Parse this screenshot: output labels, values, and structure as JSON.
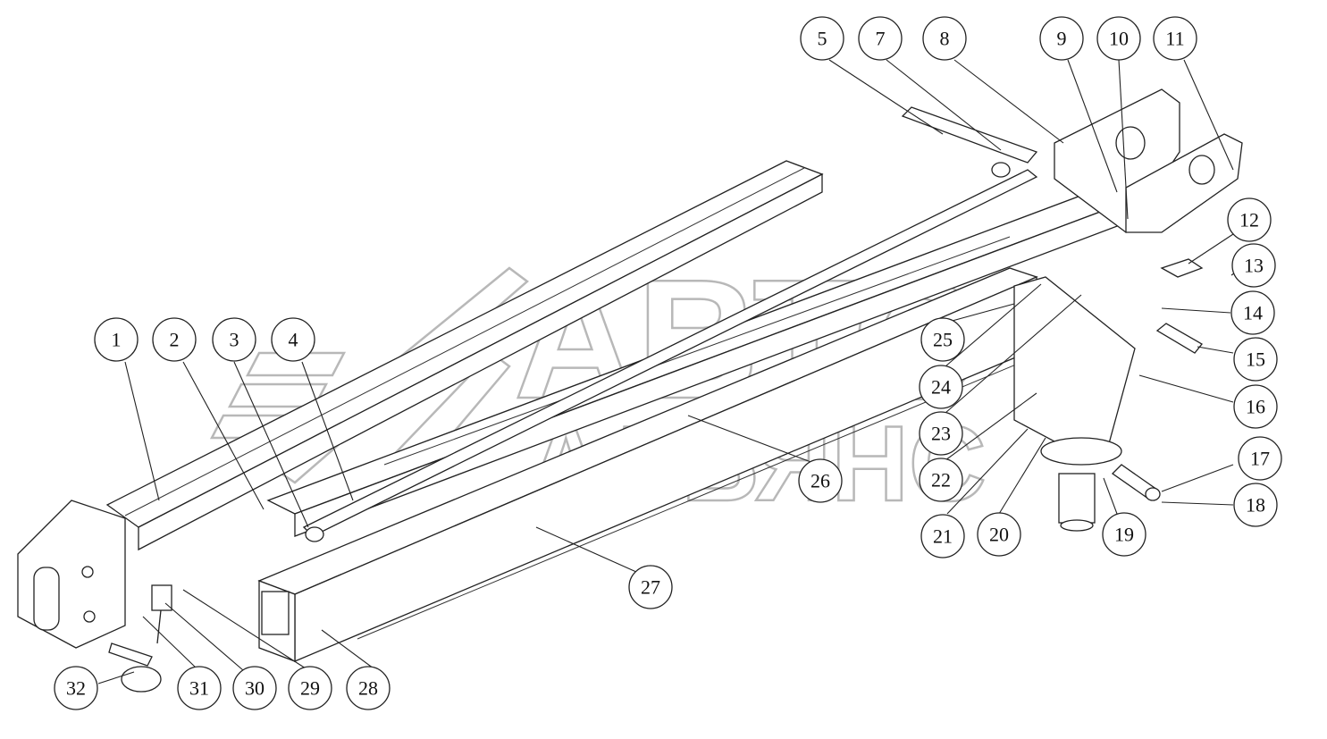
{
  "watermark": {
    "line1": "АВТО",
    "line2": "АЛЬЯНС"
  },
  "callouts": [
    {
      "id": "callout-1",
      "label": "1"
    },
    {
      "id": "callout-2",
      "label": "2"
    },
    {
      "id": "callout-3",
      "label": "3"
    },
    {
      "id": "callout-4",
      "label": "4"
    },
    {
      "id": "callout-5",
      "label": "5"
    },
    {
      "id": "callout-7",
      "label": "7"
    },
    {
      "id": "callout-8",
      "label": "8"
    },
    {
      "id": "callout-9",
      "label": "9"
    },
    {
      "id": "callout-10",
      "label": "10"
    },
    {
      "id": "callout-11",
      "label": "11"
    },
    {
      "id": "callout-12",
      "label": "12"
    },
    {
      "id": "callout-13",
      "label": "13"
    },
    {
      "id": "callout-14",
      "label": "14"
    },
    {
      "id": "callout-15",
      "label": "15"
    },
    {
      "id": "callout-16",
      "label": "16"
    },
    {
      "id": "callout-17",
      "label": "17"
    },
    {
      "id": "callout-18",
      "label": "18"
    },
    {
      "id": "callout-19",
      "label": "19"
    },
    {
      "id": "callout-20",
      "label": "20"
    },
    {
      "id": "callout-21",
      "label": "21"
    },
    {
      "id": "callout-22",
      "label": "22"
    },
    {
      "id": "callout-23",
      "label": "23"
    },
    {
      "id": "callout-24",
      "label": "24"
    },
    {
      "id": "callout-25",
      "label": "25"
    },
    {
      "id": "callout-26",
      "label": "26"
    },
    {
      "id": "callout-27",
      "label": "27"
    },
    {
      "id": "callout-28",
      "label": "28"
    },
    {
      "id": "callout-29",
      "label": "29"
    },
    {
      "id": "callout-30",
      "label": "30"
    },
    {
      "id": "callout-31",
      "label": "31"
    },
    {
      "id": "callout-32",
      "label": "32"
    }
  ]
}
